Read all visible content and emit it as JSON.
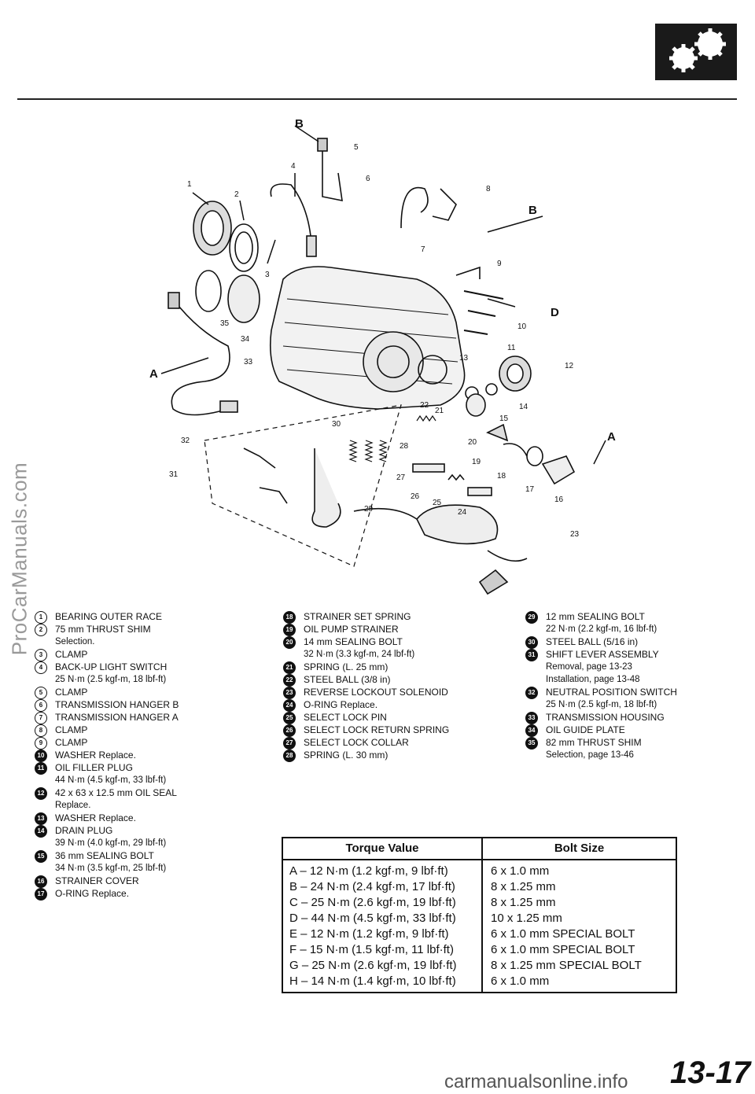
{
  "diagram": {
    "letters": [
      "A",
      "B",
      "D",
      "A",
      "B"
    ],
    "callouts": [
      "1",
      "2",
      "3",
      "4",
      "5",
      "6",
      "7",
      "8",
      "9",
      "10",
      "11",
      "12",
      "13",
      "14",
      "15",
      "16",
      "17",
      "18",
      "19",
      "20",
      "21",
      "22",
      "23",
      "24",
      "25",
      "26",
      "27",
      "28",
      "29",
      "30",
      "31",
      "32",
      "33",
      "34",
      "35"
    ]
  },
  "legend": {
    "col1": [
      {
        "n": "1",
        "text": "BEARING OUTER RACE"
      },
      {
        "n": "2",
        "text": "75 mm THRUST SHIM",
        "sub": "Selection."
      },
      {
        "n": "3",
        "text": "CLAMP"
      },
      {
        "n": "4",
        "text": "BACK-UP LIGHT SWITCH",
        "sub": "25 N·m (2.5 kgf-m, 18 lbf-ft)"
      },
      {
        "n": "5",
        "text": "CLAMP"
      },
      {
        "n": "6",
        "text": "TRANSMISSION HANGER B"
      },
      {
        "n": "7",
        "text": "TRANSMISSION HANGER A"
      },
      {
        "n": "8",
        "text": "CLAMP"
      },
      {
        "n": "9",
        "text": "CLAMP"
      },
      {
        "n": "10",
        "text": "WASHER Replace."
      },
      {
        "n": "11",
        "text": "OIL FILLER PLUG",
        "sub": "44 N·m (4.5 kgf-m, 33 lbf-ft)"
      },
      {
        "n": "12",
        "text": "42 x 63 x 12.5 mm OIL SEAL",
        "sub": "Replace."
      },
      {
        "n": "13",
        "text": "WASHER Replace."
      },
      {
        "n": "14",
        "text": "DRAIN PLUG",
        "sub": "39 N·m (4.0 kgf-m, 29 lbf-ft)"
      },
      {
        "n": "15",
        "text": "36 mm SEALING BOLT",
        "sub": "34 N·m (3.5 kgf-m, 25 lbf-ft)"
      },
      {
        "n": "16",
        "text": "STRAINER COVER"
      },
      {
        "n": "17",
        "text": "O-RING Replace."
      }
    ],
    "col2": [
      {
        "n": "18",
        "text": "STRAINER SET SPRING"
      },
      {
        "n": "19",
        "text": "OIL PUMP STRAINER"
      },
      {
        "n": "20",
        "text": "14 mm SEALING BOLT",
        "sub": "32 N·m (3.3 kgf-m, 24 lbf-ft)"
      },
      {
        "n": "21",
        "text": "SPRING (L. 25 mm)"
      },
      {
        "n": "22",
        "text": "STEEL BALL (3/8 in)"
      },
      {
        "n": "23",
        "text": "REVERSE LOCKOUT SOLENOID"
      },
      {
        "n": "24",
        "text": "O-RING Replace."
      },
      {
        "n": "25",
        "text": "SELECT LOCK PIN"
      },
      {
        "n": "26",
        "text": "SELECT LOCK RETURN SPRING"
      },
      {
        "n": "27",
        "text": "SELECT LOCK COLLAR"
      },
      {
        "n": "28",
        "text": "SPRING (L. 30 mm)"
      }
    ],
    "col3": [
      {
        "n": "29",
        "text": "12 mm SEALING BOLT",
        "sub": "22 N·m (2.2 kgf-m, 16 lbf-ft)"
      },
      {
        "n": "30",
        "text": "STEEL BALL (5/16 in)"
      },
      {
        "n": "31",
        "text": "SHIFT LEVER ASSEMBLY",
        "sub": "Removal, page 13-23",
        "sub2": "Installation, page 13-48"
      },
      {
        "n": "32",
        "text": "NEUTRAL POSITION SWITCH",
        "sub": "25 N·m (2.5 kgf-m, 18 lbf-ft)"
      },
      {
        "n": "33",
        "text": "TRANSMISSION HOUSING"
      },
      {
        "n": "34",
        "text": "OIL GUIDE PLATE"
      },
      {
        "n": "35",
        "text": "82 mm THRUST SHIM",
        "sub": "Selection, page 13-46"
      }
    ]
  },
  "torque_table": {
    "header_torque": "Torque Value",
    "header_bolt": "Bolt Size",
    "rows": [
      {
        "torque": "A – 12 N·m (1.2 kgf·m, 9 lbf·ft)",
        "bolt": "6 x 1.0 mm"
      },
      {
        "torque": "B – 24 N·m (2.4 kgf·m, 17 lbf·ft)",
        "bolt": "8 x 1.25 mm"
      },
      {
        "torque": "C – 25 N·m (2.6 kgf·m, 19 lbf·ft)",
        "bolt": "8 x 1.25 mm"
      },
      {
        "torque": "D – 44 N·m (4.5 kgf·m, 33 lbf·ft)",
        "bolt": "10 x 1.25 mm"
      },
      {
        "torque": "E – 12 N·m (1.2 kgf·m, 9 lbf·ft)",
        "bolt": "6 x 1.0 mm SPECIAL BOLT"
      },
      {
        "torque": "F – 15 N·m (1.5 kgf·m, 11 lbf·ft)",
        "bolt": "6 x 1.0 mm SPECIAL BOLT"
      },
      {
        "torque": "G – 25 N·m (2.6 kgf·m, 19 lbf·ft)",
        "bolt": "8 x 1.25 mm SPECIAL BOLT"
      },
      {
        "torque": "H – 14 N·m (1.4 kgf·m, 10 lbf·ft)",
        "bolt": "6 x 1.0 mm"
      }
    ]
  },
  "watermark": "ProCarManuals.com",
  "footer_url": "carmanualsonline.info",
  "page_number": "13-17"
}
